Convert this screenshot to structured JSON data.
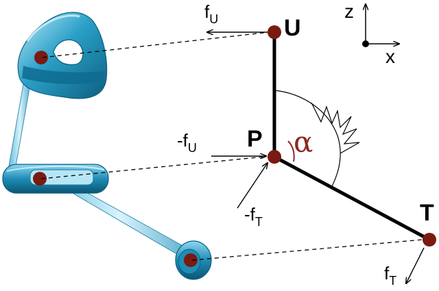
{
  "labels": {
    "U": "U",
    "P": "P",
    "T": "T",
    "z": "z",
    "x": "x",
    "alpha": "α",
    "fU": {
      "base": "f",
      "sub": "U"
    },
    "negFU": {
      "base": "-f",
      "sub": "U"
    },
    "negFT": {
      "base": "-f",
      "sub": "T"
    },
    "fT": {
      "base": "f",
      "sub": "T"
    }
  },
  "colors": {
    "joint": "#7a1a12",
    "alpha": "#8a2a22",
    "model": "#2aa0c8",
    "rod": "#9ad8ee",
    "line": "#000000"
  },
  "icons": {
    "alpha-marker": "zigzag-angle-icon"
  }
}
